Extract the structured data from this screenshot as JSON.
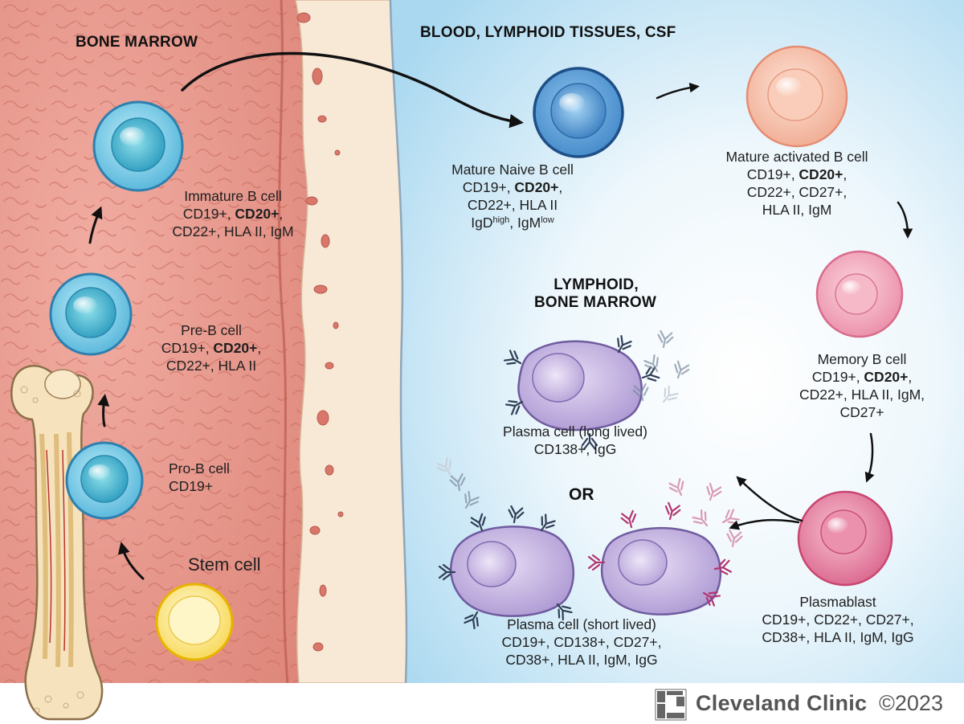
{
  "headers": {
    "bone_marrow": "BONE MARROW",
    "blood": "BLOOD, LYMPHOID TISSUES, CSF",
    "lymphoid_1": "LYMPHOID,",
    "lymphoid_2": "BONE MARROW"
  },
  "cells": {
    "stem": {
      "name": "Stem cell"
    },
    "pro_b": {
      "name": "Pro-B cell",
      "line1": "CD19+"
    },
    "pre_b": {
      "name": "Pre-B cell",
      "l1a": "CD19+, ",
      "l1b": "CD20+",
      "l1c": ",",
      "line2": "CD22+, HLA II"
    },
    "immature_b": {
      "name": "Immature B cell",
      "l1a": "CD19+, ",
      "l1b": "CD20+",
      "l1c": ",",
      "line2": "CD22+, HLA II, IgM"
    },
    "mature_naive": {
      "name": "Mature Naive B cell",
      "l1a": "CD19+, ",
      "l1b": "CD20+",
      "l1c": ",",
      "line2": "CD22+, HLA II",
      "igd": "IgD",
      "igd_sup": "high",
      "sep": ", IgM",
      "igm_sup": "low"
    },
    "mature_activated": {
      "name": "Mature activated B cell",
      "l1a": "CD19+, ",
      "l1b": "CD20+",
      "l1c": ",",
      "line2": "CD22+, CD27+,",
      "line3": "HLA II, IgM"
    },
    "memory_b": {
      "name": "Memory B cell",
      "l1a": "CD19+, ",
      "l1b": "CD20+",
      "l1c": ",",
      "line2": "CD22+, HLA II, IgM,",
      "line3": "CD27+"
    },
    "plasmablast": {
      "name": "Plasmablast",
      "line1": "CD19+, CD22+, CD27+,",
      "line2": "CD38+, HLA II, IgM, IgG"
    },
    "plasma_long": {
      "name": "Plasma cell (long lived)",
      "line1": "CD138+, IgG"
    },
    "plasma_short": {
      "name": "Plasma cell (short lived)",
      "line1": "CD19+, CD138+, CD27+,",
      "line2": "CD38+, HLA II, IgM, IgG"
    }
  },
  "or_label": "OR",
  "footer": {
    "brand": "Cleveland Clinic",
    "copyright": "©2023"
  },
  "colors": {
    "marrow": "#e5958a",
    "marrow_dark": "#cf6d60",
    "bone_wall": "#f7e7d3",
    "blood_bg": "#cfe8f6",
    "blood_cell": "#5a9fd6",
    "immature_cell": "#5bbfd8",
    "activated_cell": "#f4c1ad",
    "memory_cell": "#f3a9bd",
    "plasmablast_cell": "#e57fa1",
    "plasma_cell": "#b8a3d9",
    "stem_cell": "#fbe27f",
    "antibody_dark": "#2f3e55",
    "antibody_magenta": "#b2356f"
  }
}
